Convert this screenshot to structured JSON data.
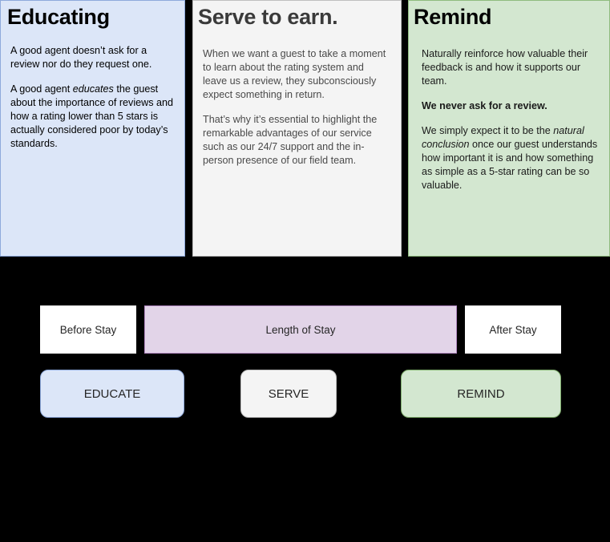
{
  "panels": [
    {
      "id": "educate",
      "title": "Educating",
      "paragraphs": [
        [
          {
            "text": "A good agent doesn’t ask for a review nor do they request one.",
            "style": "normal"
          }
        ],
        [
          {
            "text": "A good agent ",
            "style": "normal"
          },
          {
            "text": "educates",
            "style": "italic"
          },
          {
            "text": " the guest about the importance of reviews and how a rating lower than 5 stars is actually considered poor by today’s standards.",
            "style": "normal"
          }
        ]
      ],
      "background_color": "#dce6f8",
      "border_color": "#8faadc"
    },
    {
      "id": "serve",
      "title": "Serve to earn.",
      "paragraphs": [
        [
          {
            "text": "When we want a guest to take a moment to learn about the rating system and leave us a review, they subconsciously expect something in return.",
            "style": "normal"
          }
        ],
        [
          {
            "text": "That’s why it’s essential to highlight the remarkable advantages of our service such as our 24/7 support and the in-person presence of our field team.",
            "style": "normal"
          }
        ]
      ],
      "background_color": "#f4f4f4",
      "border_color": "#bfbfbf"
    },
    {
      "id": "remind",
      "title": "Remind",
      "paragraphs": [
        [
          {
            "text": "Naturally reinforce how valuable their feedback is and how it supports our team.",
            "style": "normal"
          }
        ],
        [
          {
            "text": "We never ask for a review.",
            "style": "bold"
          }
        ],
        [
          {
            "text": "We simply expect it to be the ",
            "style": "normal"
          },
          {
            "text": "natural conclusion",
            "style": "italic"
          },
          {
            "text": " once our guest understands how important it is and how something as simple as a 5-star rating can be so valuable.",
            "style": "normal"
          }
        ]
      ],
      "background_color": "#d3e7d0",
      "border_color": "#8fbc7f"
    }
  ],
  "timeline": {
    "segments": [
      {
        "id": "before-stay",
        "label": "Before Stay",
        "color": "#ffffff"
      },
      {
        "id": "length-of-stay",
        "label": "Length of Stay",
        "color": "#e2d4e8"
      },
      {
        "id": "after-stay",
        "label": "After Stay",
        "color": "#ffffff"
      }
    ],
    "stages": [
      {
        "id": "educate",
        "label": "EDUCATE",
        "color": "#dce6f8"
      },
      {
        "id": "serve",
        "label": "SERVE",
        "color": "#f4f4f4"
      },
      {
        "id": "remind",
        "label": "REMIND",
        "color": "#d3e7d0"
      }
    ]
  }
}
